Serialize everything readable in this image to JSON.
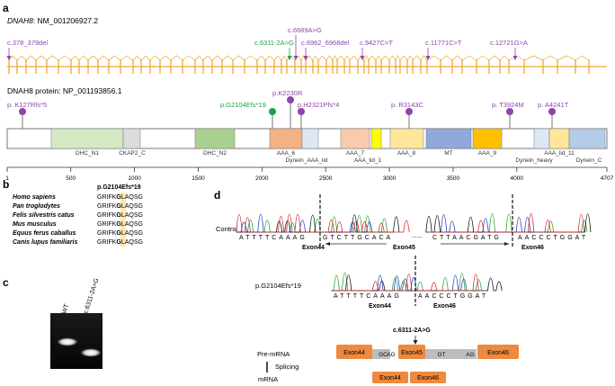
{
  "panel_letters": {
    "a": "a",
    "b": "b",
    "c": "c",
    "d": "d"
  },
  "gene_title_italic": "DNAH8",
  "gene_title_rest": ": NM_001206927.2",
  "gene_variants": [
    {
      "label": "c.378_379del",
      "color": "#8e44ad"
    },
    {
      "label": "c.6689A>G",
      "color": "#8e44ad"
    },
    {
      "label": "c.6311-2A>G",
      "color": "#1aa34a"
    },
    {
      "label": "c.6962_6968del",
      "color": "#8e44ad"
    },
    {
      "label": "c.9427C>T",
      "color": "#8e44ad"
    },
    {
      "label": "c.11771C>T",
      "color": "#8e44ad"
    },
    {
      "label": "c.12721G>A",
      "color": "#8e44ad"
    }
  ],
  "protein_title": "DNAH8 protein: NP_001193856.1",
  "protein_variants": [
    {
      "label": "p. K127Rfs*5",
      "color": "#8e44ad"
    },
    {
      "label": "p.G2104Efs*19",
      "color": "#1aa34a"
    },
    {
      "label": "p.K2230R",
      "color": "#8e44ad"
    },
    {
      "label": "p.H2321Pfs*4",
      "color": "#8e44ad"
    },
    {
      "label": "p. R3143C",
      "color": "#8e44ad"
    },
    {
      "label": "p. T3924M",
      "color": "#8e44ad"
    },
    {
      "label": "p. A4241T",
      "color": "#8e44ad"
    }
  ],
  "domains": [
    {
      "label": "DHC_N1",
      "color": "#d5e8c4"
    },
    {
      "label": "CKAP2_C",
      "color": "#dcdcdc"
    },
    {
      "label": "DHC_N2",
      "color": "#a9d08e"
    },
    {
      "label": "AAA_6",
      "color": "#f4b183"
    },
    {
      "label": "Dynein_AAA_lid",
      "color": "#dde8f5"
    },
    {
      "label": "AAA_7",
      "color": "#f8cbad"
    },
    {
      "label": "AAA_lid_1",
      "color": "#ffff00"
    },
    {
      "label": "AAA_8",
      "color": "#ffe699"
    },
    {
      "label": "MT",
      "color": "#8fa9dc"
    },
    {
      "label": "AAA_9",
      "color": "#ffc000"
    },
    {
      "label": "Dynein_heavy",
      "color": "#dde8f5"
    },
    {
      "label": "AAA_lid_11",
      "color": "#ffe699"
    },
    {
      "label": "Dynein_C",
      "color": "#b4cce8"
    }
  ],
  "axis_ticks": [
    "1",
    "500",
    "1000",
    "1500",
    "2000",
    "2500",
    "3000",
    "3500",
    "4000",
    "4707"
  ],
  "panel_b": {
    "header": "p.G2104Efs*19",
    "species": [
      {
        "name": "Homo sapiens",
        "seq_a": "GRIFK",
        "seq_g": "G",
        "seq_b": "LAQSG"
      },
      {
        "name": "Pan troglodytes",
        "seq_a": "GRIFK",
        "seq_g": "G",
        "seq_b": "LAQSG"
      },
      {
        "name": "Felis silvestris catus",
        "seq_a": "GRIFK",
        "seq_g": "G",
        "seq_b": "LAQSG"
      },
      {
        "name": "Mus musculus",
        "seq_a": "GRIFK",
        "seq_g": "G",
        "seq_b": "LAQSG"
      },
      {
        "name": "Equus ferus caballus",
        "seq_a": "GRIFK",
        "seq_g": "G",
        "seq_b": "LAQSG"
      },
      {
        "name": "Canis lupus familiaris",
        "seq_a": "GRIFK",
        "seq_g": "G",
        "seq_b": "LAQSG"
      }
    ]
  },
  "panel_c": {
    "lane_wt": "WT",
    "lane_mut": "c.6311-2A>G"
  },
  "panel_d": {
    "control_label": "Control",
    "control_seq_1": "ATTTTCAAAG",
    "control_seq_2": "GTCTTGCACA",
    "control_seq_3": "CTTAACGATG",
    "control_seq_4": "AACCCTGGAT",
    "ellipsis": "......",
    "exon44": "Exon44",
    "exon45": "Exon45",
    "exon46": "Exon46",
    "mutant_label": "p.G2104Efs*19",
    "mutant_seq_1": "ATTTTCAAAG",
    "mutant_seq_2": "AACCCTGGAT",
    "mut_exon44": "Exon44",
    "mut_exon46": "Exon46",
    "splice_variant": "c.6311-2A>G",
    "premrna_label": "Pre-mRNA",
    "splicing_label": "Splicing",
    "mrna_label": "mRNA",
    "pre_ex44": "Exon44",
    "gc": "GC",
    "ag1": "AG",
    "pre_ex45": "Exon45",
    "gt": "GT",
    "ag2": "AG",
    "pre_ex46": "Exon46",
    "m_ex44": "Exon44",
    "m_ex46": "Exon46"
  },
  "colors": {
    "exon": "#f0a830",
    "purple": "#8e44ad",
    "green": "#1aa34a",
    "orange_box": "#ed8a3f",
    "gray_box": "#bdbdbd"
  }
}
